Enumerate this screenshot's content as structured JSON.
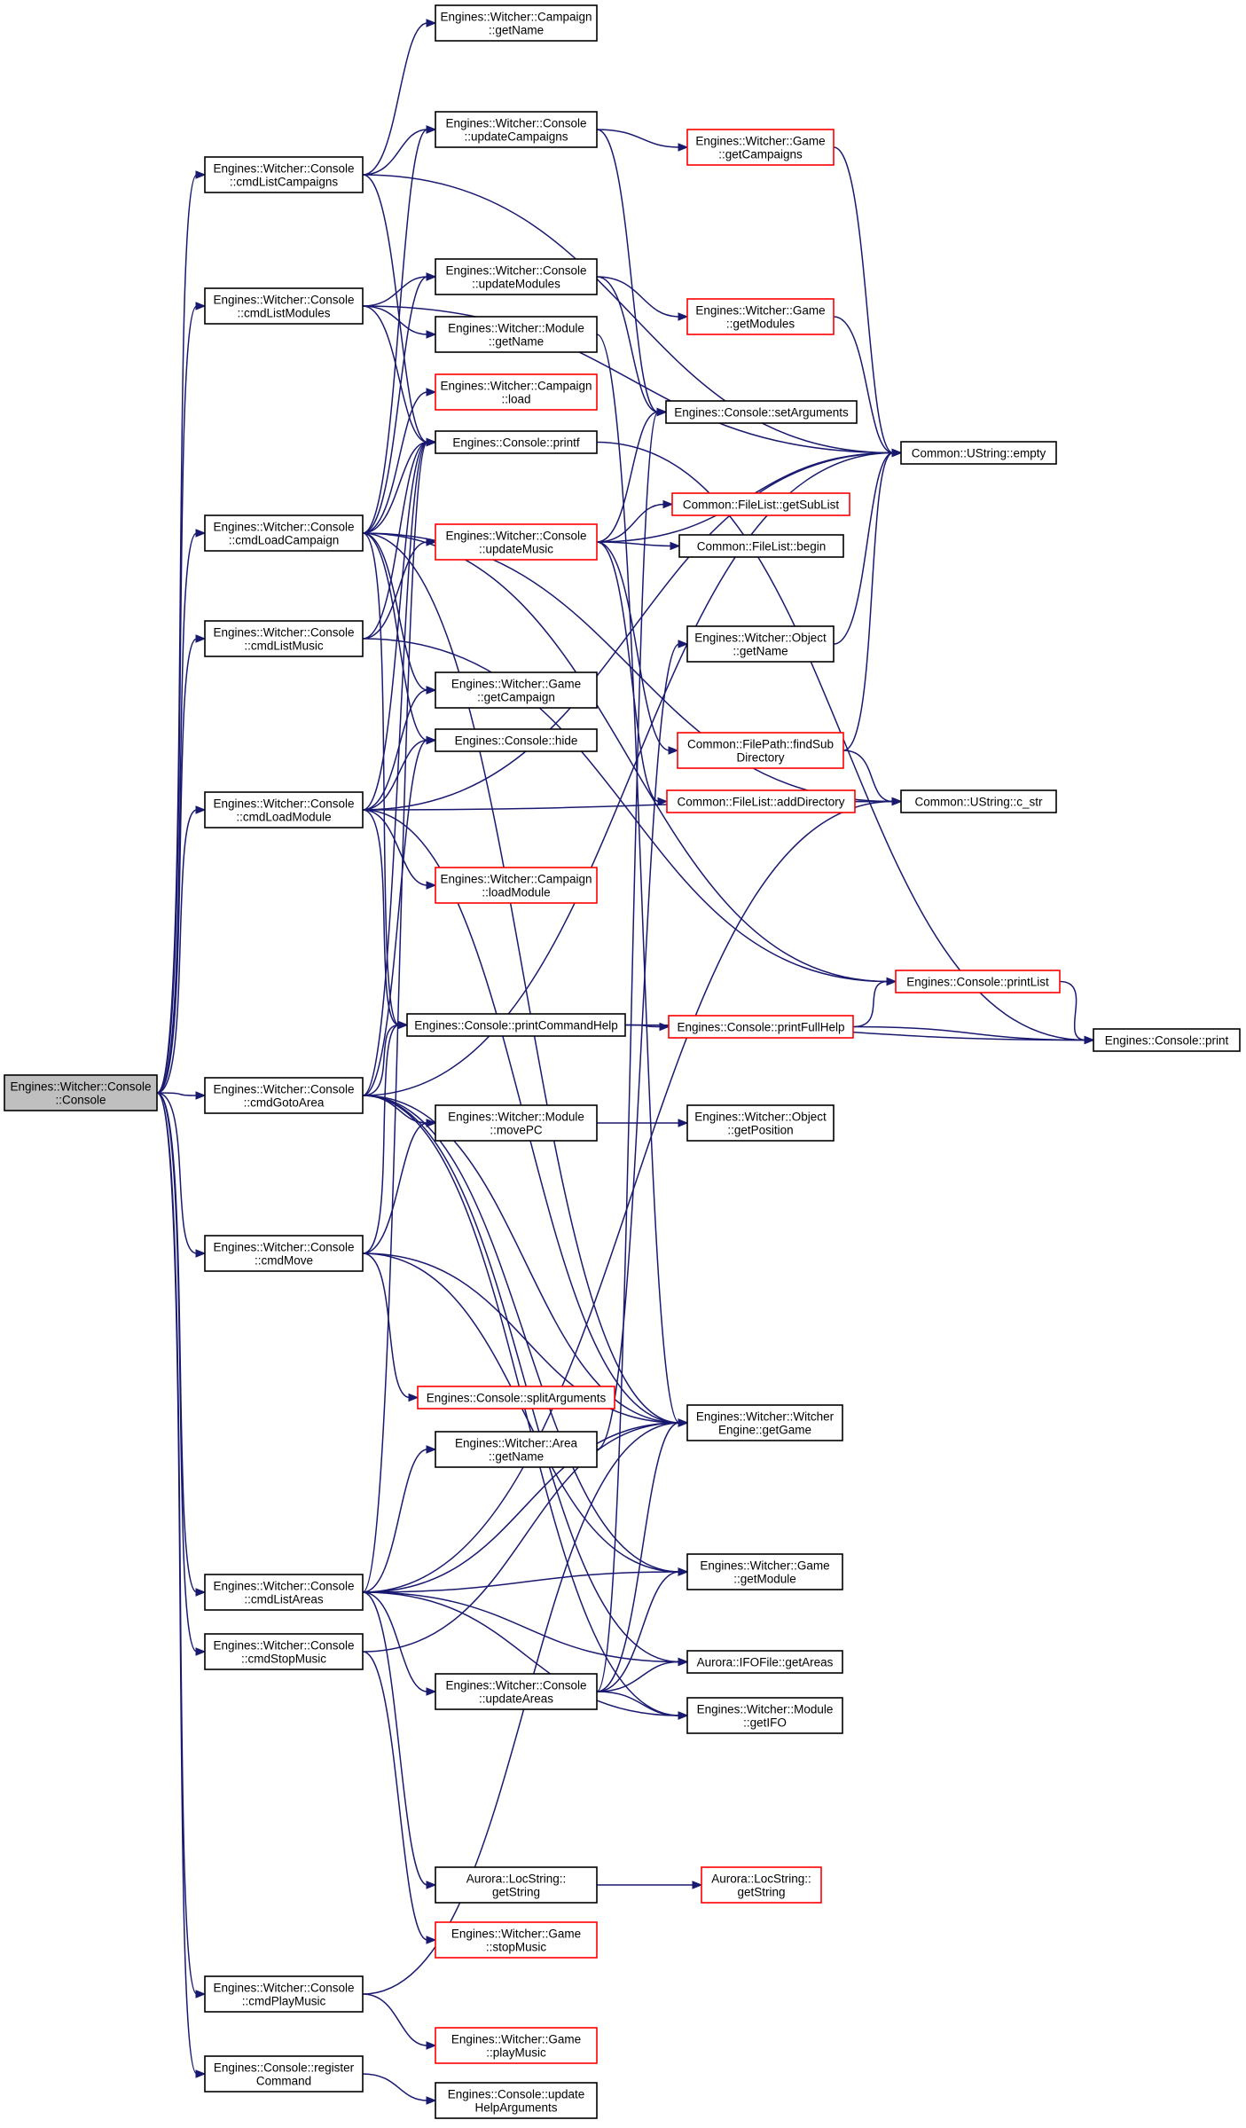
{
  "diagram": {
    "nodes": [
      {
        "id": "root",
        "lines": [
          "Engines::Witcher::Console",
          "::Console"
        ],
        "style": "root"
      },
      {
        "id": "cmdListCampaigns",
        "lines": [
          "Engines::Witcher::Console",
          "::cmdListCampaigns"
        ],
        "style": "normal"
      },
      {
        "id": "cmdListModules",
        "lines": [
          "Engines::Witcher::Console",
          "::cmdListModules"
        ],
        "style": "normal"
      },
      {
        "id": "cmdLoadCampaign",
        "lines": [
          "Engines::Witcher::Console",
          "::cmdLoadCampaign"
        ],
        "style": "normal"
      },
      {
        "id": "cmdListMusic",
        "lines": [
          "Engines::Witcher::Console",
          "::cmdListMusic"
        ],
        "style": "normal"
      },
      {
        "id": "cmdLoadModule",
        "lines": [
          "Engines::Witcher::Console",
          "::cmdLoadModule"
        ],
        "style": "normal"
      },
      {
        "id": "cmdGotoArea",
        "lines": [
          "Engines::Witcher::Console",
          "::cmdGotoArea"
        ],
        "style": "normal"
      },
      {
        "id": "cmdMove",
        "lines": [
          "Engines::Witcher::Console",
          "::cmdMove"
        ],
        "style": "normal"
      },
      {
        "id": "cmdListAreas",
        "lines": [
          "Engines::Witcher::Console",
          "::cmdListAreas"
        ],
        "style": "normal"
      },
      {
        "id": "cmdStopMusic",
        "lines": [
          "Engines::Witcher::Console",
          "::cmdStopMusic"
        ],
        "style": "normal"
      },
      {
        "id": "cmdPlayMusic",
        "lines": [
          "Engines::Witcher::Console",
          "::cmdPlayMusic"
        ],
        "style": "normal"
      },
      {
        "id": "registerCommand",
        "lines": [
          "Engines::Console::register",
          "Command"
        ],
        "style": "normal"
      },
      {
        "id": "campaignGetName",
        "lines": [
          "Engines::Witcher::Campaign",
          "::getName"
        ],
        "style": "normal"
      },
      {
        "id": "updateCampaigns",
        "lines": [
          "Engines::Witcher::Console",
          "::updateCampaigns"
        ],
        "style": "normal"
      },
      {
        "id": "updateModules",
        "lines": [
          "Engines::Witcher::Console",
          "::updateModules"
        ],
        "style": "normal"
      },
      {
        "id": "moduleGetName",
        "lines": [
          "Engines::Witcher::Module",
          "::getName"
        ],
        "style": "normal"
      },
      {
        "id": "campaignLoad",
        "lines": [
          "Engines::Witcher::Campaign",
          "::load"
        ],
        "style": "partial"
      },
      {
        "id": "printf",
        "lines": [
          "Engines::Console::printf"
        ],
        "style": "normal"
      },
      {
        "id": "updateMusic",
        "lines": [
          "Engines::Witcher::Console",
          "::updateMusic"
        ],
        "style": "partial"
      },
      {
        "id": "gameGetCampaign",
        "lines": [
          "Engines::Witcher::Game",
          "::getCampaign"
        ],
        "style": "normal"
      },
      {
        "id": "hide",
        "lines": [
          "Engines::Console::hide"
        ],
        "style": "normal"
      },
      {
        "id": "loadModule",
        "lines": [
          "Engines::Witcher::Campaign",
          "::loadModule"
        ],
        "style": "partial"
      },
      {
        "id": "printCommandHelp",
        "lines": [
          "Engines::Console::printCommandHelp"
        ],
        "style": "normal"
      },
      {
        "id": "movePC",
        "lines": [
          "Engines::Witcher::Module",
          "::movePC"
        ],
        "style": "normal"
      },
      {
        "id": "splitArguments",
        "lines": [
          "Engines::Console::splitArguments"
        ],
        "style": "partial"
      },
      {
        "id": "areaGetName",
        "lines": [
          "Engines::Witcher::Area",
          "::getName"
        ],
        "style": "normal"
      },
      {
        "id": "updateAreas",
        "lines": [
          "Engines::Witcher::Console",
          "::updateAreas"
        ],
        "style": "normal"
      },
      {
        "id": "locGetString",
        "lines": [
          "Aurora::LocString::",
          "getString"
        ],
        "style": "normal"
      },
      {
        "id": "stopMusic",
        "lines": [
          "Engines::Witcher::Game",
          "::stopMusic"
        ],
        "style": "partial"
      },
      {
        "id": "playMusic",
        "lines": [
          "Engines::Witcher::Game",
          "::playMusic"
        ],
        "style": "partial"
      },
      {
        "id": "updateHelpArguments",
        "lines": [
          "Engines::Console::update",
          "HelpArguments"
        ],
        "style": "normal"
      },
      {
        "id": "gameGetCampaigns",
        "lines": [
          "Engines::Witcher::Game",
          "::getCampaigns"
        ],
        "style": "partial"
      },
      {
        "id": "gameGetModules",
        "lines": [
          "Engines::Witcher::Game",
          "::getModules"
        ],
        "style": "partial"
      },
      {
        "id": "setArguments",
        "lines": [
          "Engines::Console::setArguments"
        ],
        "style": "normal"
      },
      {
        "id": "getSubList",
        "lines": [
          "Common::FileList::getSubList"
        ],
        "style": "partial"
      },
      {
        "id": "fileListBegin",
        "lines": [
          "Common::FileList::begin"
        ],
        "style": "normal"
      },
      {
        "id": "objectGetName",
        "lines": [
          "Engines::Witcher::Object",
          "::getName"
        ],
        "style": "normal"
      },
      {
        "id": "findSubDirectory",
        "lines": [
          "Common::FilePath::findSub",
          "Directory"
        ],
        "style": "partial"
      },
      {
        "id": "addDirectory",
        "lines": [
          "Common::FileList::addDirectory"
        ],
        "style": "partial"
      },
      {
        "id": "printFullHelp",
        "lines": [
          "Engines::Console::printFullHelp"
        ],
        "style": "partial"
      },
      {
        "id": "objectGetPosition",
        "lines": [
          "Engines::Witcher::Object",
          "::getPosition"
        ],
        "style": "normal"
      },
      {
        "id": "getGame",
        "lines": [
          "Engines::Witcher::Witcher",
          "Engine::getGame"
        ],
        "style": "normal"
      },
      {
        "id": "gameGetModule",
        "lines": [
          "Engines::Witcher::Game",
          "::getModule"
        ],
        "style": "normal"
      },
      {
        "id": "getAreas",
        "lines": [
          "Aurora::IFOFile::getAreas"
        ],
        "style": "normal"
      },
      {
        "id": "getIFO",
        "lines": [
          "Engines::Witcher::Module",
          "::getIFO"
        ],
        "style": "normal"
      },
      {
        "id": "locGetString2",
        "lines": [
          "Aurora::LocString::",
          "getString"
        ],
        "style": "partial"
      },
      {
        "id": "ustringEmpty",
        "lines": [
          "Common::UString::empty"
        ],
        "style": "normal"
      },
      {
        "id": "ustringCStr",
        "lines": [
          "Common::UString::c_str"
        ],
        "style": "normal"
      },
      {
        "id": "printList",
        "lines": [
          "Engines::Console::printList"
        ],
        "style": "partial"
      },
      {
        "id": "print",
        "lines": [
          "Engines::Console::print"
        ],
        "style": "normal"
      }
    ],
    "edges": [
      [
        "root",
        "cmdListCampaigns"
      ],
      [
        "root",
        "cmdListModules"
      ],
      [
        "root",
        "cmdLoadCampaign"
      ],
      [
        "root",
        "cmdListMusic"
      ],
      [
        "root",
        "cmdLoadModule"
      ],
      [
        "root",
        "cmdGotoArea"
      ],
      [
        "root",
        "cmdMove"
      ],
      [
        "root",
        "cmdListAreas"
      ],
      [
        "root",
        "cmdStopMusic"
      ],
      [
        "root",
        "cmdPlayMusic"
      ],
      [
        "root",
        "registerCommand"
      ],
      [
        "cmdListCampaigns",
        "campaignGetName"
      ],
      [
        "cmdListCampaigns",
        "updateCampaigns"
      ],
      [
        "cmdListCampaigns",
        "printf"
      ],
      [
        "cmdListCampaigns",
        "ustringEmpty"
      ],
      [
        "cmdListModules",
        "updateModules"
      ],
      [
        "cmdListModules",
        "moduleGetName"
      ],
      [
        "cmdListModules",
        "printf"
      ],
      [
        "cmdListModules",
        "ustringEmpty"
      ],
      [
        "cmdLoadCampaign",
        "updateCampaigns"
      ],
      [
        "cmdLoadCampaign",
        "updateModules"
      ],
      [
        "cmdLoadCampaign",
        "campaignLoad"
      ],
      [
        "cmdLoadCampaign",
        "printf"
      ],
      [
        "cmdLoadCampaign",
        "gameGetCampaign"
      ],
      [
        "cmdLoadCampaign",
        "hide"
      ],
      [
        "cmdLoadCampaign",
        "printCommandHelp"
      ],
      [
        "cmdLoadCampaign",
        "getGame"
      ],
      [
        "cmdLoadCampaign",
        "ustringCStr"
      ],
      [
        "cmdLoadCampaign",
        "printList"
      ],
      [
        "cmdListMusic",
        "updateMusic"
      ],
      [
        "cmdListMusic",
        "printf"
      ],
      [
        "cmdListMusic",
        "printList"
      ],
      [
        "cmdLoadModule",
        "printf"
      ],
      [
        "cmdLoadModule",
        "gameGetCampaign"
      ],
      [
        "cmdLoadModule",
        "hide"
      ],
      [
        "cmdLoadModule",
        "loadModule"
      ],
      [
        "cmdLoadModule",
        "printCommandHelp"
      ],
      [
        "cmdLoadModule",
        "getGame"
      ],
      [
        "cmdLoadModule",
        "ustringEmpty"
      ],
      [
        "cmdLoadModule",
        "ustringCStr"
      ],
      [
        "cmdGotoArea",
        "printf"
      ],
      [
        "cmdGotoArea",
        "hide"
      ],
      [
        "cmdGotoArea",
        "printCommandHelp"
      ],
      [
        "cmdGotoArea",
        "movePC"
      ],
      [
        "cmdGotoArea",
        "getGame"
      ],
      [
        "cmdGotoArea",
        "gameGetModule"
      ],
      [
        "cmdGotoArea",
        "getAreas"
      ],
      [
        "cmdGotoArea",
        "getIFO"
      ],
      [
        "cmdGotoArea",
        "ustringEmpty"
      ],
      [
        "cmdMove",
        "printCommandHelp"
      ],
      [
        "cmdMove",
        "movePC"
      ],
      [
        "cmdMove",
        "splitArguments"
      ],
      [
        "cmdMove",
        "getGame"
      ],
      [
        "cmdMove",
        "gameGetModule"
      ],
      [
        "cmdListAreas",
        "printf"
      ],
      [
        "cmdListAreas",
        "areaGetName"
      ],
      [
        "cmdListAreas",
        "updateAreas"
      ],
      [
        "cmdListAreas",
        "locGetString"
      ],
      [
        "cmdListAreas",
        "getGame"
      ],
      [
        "cmdListAreas",
        "gameGetModule"
      ],
      [
        "cmdListAreas",
        "getAreas"
      ],
      [
        "cmdListAreas",
        "getIFO"
      ],
      [
        "cmdListAreas",
        "ustringCStr"
      ],
      [
        "cmdStopMusic",
        "stopMusic"
      ],
      [
        "cmdStopMusic",
        "getGame"
      ],
      [
        "cmdPlayMusic",
        "playMusic"
      ],
      [
        "cmdPlayMusic",
        "getGame"
      ],
      [
        "registerCommand",
        "updateHelpArguments"
      ],
      [
        "updateCampaigns",
        "gameGetCampaigns"
      ],
      [
        "updateCampaigns",
        "setArguments"
      ],
      [
        "updateModules",
        "gameGetModules"
      ],
      [
        "updateModules",
        "setArguments"
      ],
      [
        "updateMusic",
        "setArguments"
      ],
      [
        "updateMusic",
        "getSubList"
      ],
      [
        "updateMusic",
        "fileListBegin"
      ],
      [
        "updateMusic",
        "findSubDirectory"
      ],
      [
        "updateMusic",
        "addDirectory"
      ],
      [
        "updateMusic",
        "ustringEmpty"
      ],
      [
        "updateAreas",
        "setArguments"
      ],
      [
        "updateAreas",
        "getGame"
      ],
      [
        "updateAreas",
        "gameGetModule"
      ],
      [
        "updateAreas",
        "getAreas"
      ],
      [
        "updateAreas",
        "getIFO"
      ],
      [
        "moduleGetName",
        "getGame"
      ],
      [
        "areaGetName",
        "objectGetName"
      ],
      [
        "printf",
        "print"
      ],
      [
        "printCommandHelp",
        "printFullHelp"
      ],
      [
        "printCommandHelp",
        "print"
      ],
      [
        "printFullHelp",
        "printList"
      ],
      [
        "printFullHelp",
        "print"
      ],
      [
        "printList",
        "print"
      ],
      [
        "movePC",
        "objectGetPosition"
      ],
      [
        "locGetString",
        "locGetString2"
      ],
      [
        "gameGetCampaigns",
        "ustringEmpty"
      ],
      [
        "gameGetModules",
        "ustringEmpty"
      ],
      [
        "findSubDirectory",
        "ustringEmpty"
      ],
      [
        "findSubDirectory",
        "ustringCStr"
      ],
      [
        "addDirectory",
        "ustringCStr"
      ],
      [
        "objectGetName",
        "ustringEmpty"
      ]
    ]
  }
}
